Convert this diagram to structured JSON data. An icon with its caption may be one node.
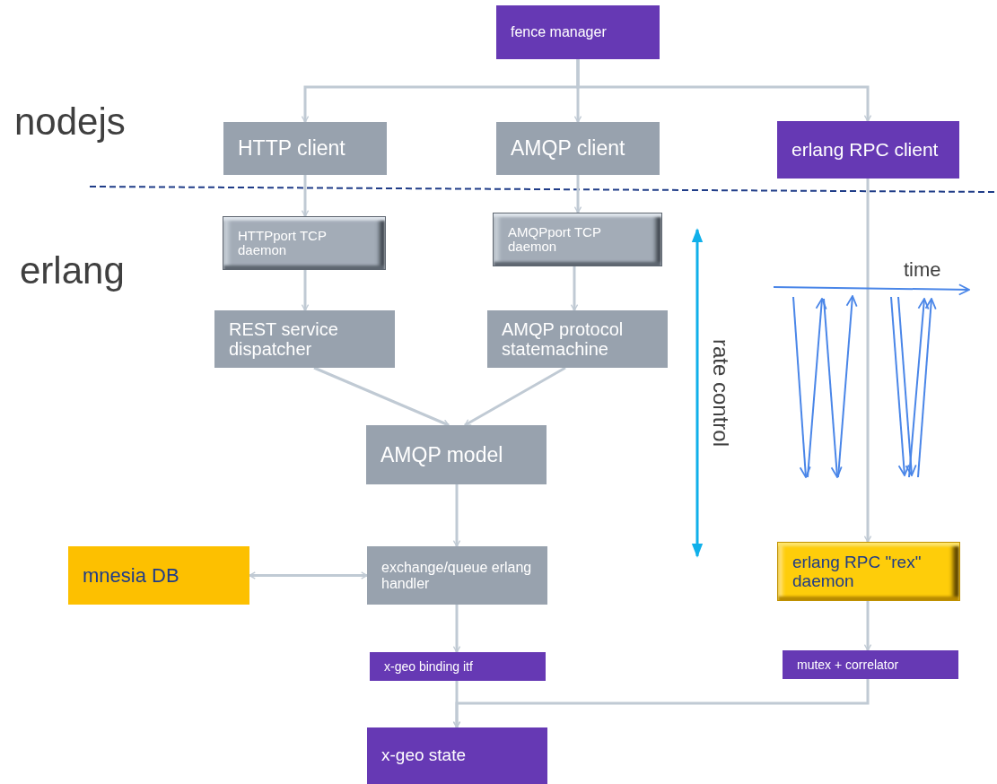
{
  "diagram": {
    "nodes": [
      {
        "text": [
          "fence manager"
        ]
      },
      {
        "text": [
          "HTTP client"
        ]
      },
      {
        "text": [
          "AMQP client"
        ]
      },
      {
        "text": [
          "erlang RPC client"
        ]
      },
      {
        "text": [
          "HTTPport TCP daemon"
        ]
      },
      {
        "text": [
          "AMQPport TCP daemon"
        ]
      },
      {
        "text": [
          "REST service dispatcher"
        ]
      },
      {
        "text": [
          "AMQP protocol statemachine"
        ]
      },
      {
        "text": [
          "AMQP model"
        ]
      },
      {
        "text": [
          "mnesia DB"
        ]
      },
      {
        "text": [
          "exchange/queue erlang handler"
        ]
      },
      {
        "text": [
          "erlang RPC \"rex\" daemon"
        ]
      },
      {
        "text": [
          "x-geo binding itf"
        ]
      },
      {
        "text": [
          "mutex + correlator"
        ]
      },
      {
        "text": [
          "x-geo state"
        ]
      }
    ],
    "edges": [
      {
        "from": 0,
        "to": 1,
        "arrow": "to"
      },
      {
        "from": 0,
        "to": 2,
        "arrow": "to"
      },
      {
        "from": 0,
        "to": 3,
        "arrow": "to"
      },
      {
        "from": 1,
        "to": 4,
        "arrow": "to"
      },
      {
        "from": 2,
        "to": 5,
        "arrow": "to"
      },
      {
        "from": 4,
        "to": 6,
        "arrow": "to"
      },
      {
        "from": 5,
        "to": 7,
        "arrow": "to"
      },
      {
        "from": 6,
        "to": 8,
        "arrow": "to"
      },
      {
        "from": 7,
        "to": 8,
        "arrow": "to"
      },
      {
        "from": 8,
        "to": 10,
        "arrow": "to"
      },
      {
        "from": 9,
        "to": 10,
        "arrow": "both"
      },
      {
        "from": 10,
        "to": 12,
        "arrow": "to"
      },
      {
        "from": 3,
        "to": 11,
        "arrow": "to"
      },
      {
        "from": 11,
        "to": 13,
        "arrow": "to"
      },
      {
        "from": 12,
        "to": 14,
        "arrow": "to"
      },
      {
        "from": 13,
        "to": 14,
        "arrow": "to"
      }
    ],
    "labels": [
      "nodejs",
      "erlang",
      "time",
      "rate control"
    ]
  }
}
